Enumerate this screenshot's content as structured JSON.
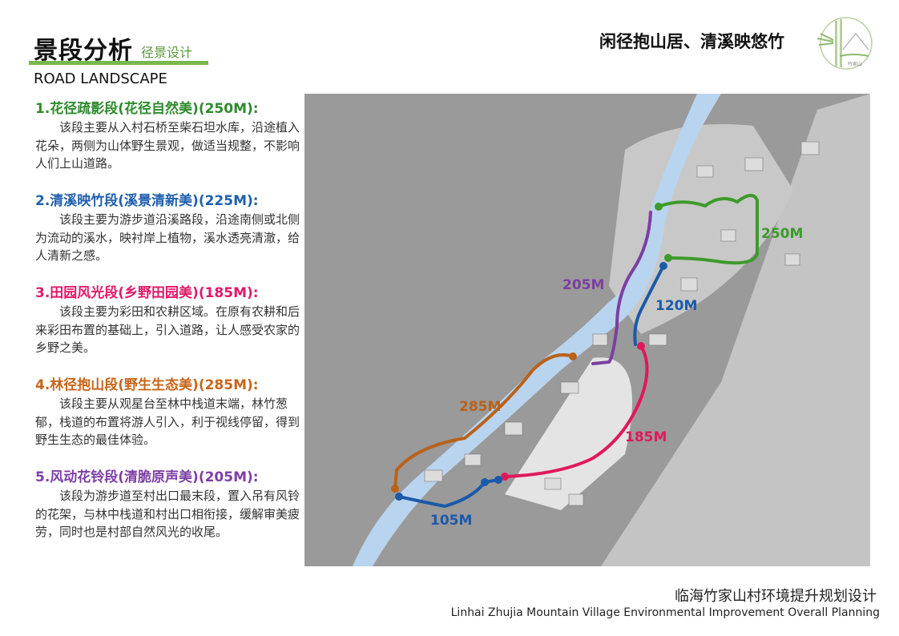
{
  "header": {
    "title": "景段分析",
    "subtitle": "径景设计",
    "en_title": "ROAD LANDSCAPE",
    "slogan": "闲径抱山居、清溪映悠竹",
    "logo_text": "竹家山"
  },
  "sections": [
    {
      "heading": "1.花径疏影段(花径自然美)(250M):",
      "body": "该段主要从入村石桥至柴石坦水库，沿途植入花朵，两侧为山体野生景观，做适当规整，不影响人们上山道路。",
      "color": "#2e8b2e"
    },
    {
      "heading": "2.清溪映竹段(溪景清新美)(225M):",
      "body": "该段主要为游步道沿溪路段，沿途南侧或北侧为流动的溪水，映衬岸上植物，溪水透亮清澈，给人清新之感。",
      "color": "#1f5fae"
    },
    {
      "heading": "3.田园风光段(乡野田园美)(185M):",
      "body": "该段主要为彩田和农耕区域。在原有农耕和后来彩田布置的基础上，引入道路，让人感受农家的乡野之美。",
      "color": "#e01a6a"
    },
    {
      "heading": "4.林径抱山段(野生生态美)(285M):",
      "body": "该段主要从观星台至林中栈道末端，林竹葱郁，栈道的布置将游人引入，利于视线停留，得到野生生态的最佳体验。",
      "color": "#c8651b"
    },
    {
      "heading": "5.风动花铃段(清脆原声美)(205M):",
      "body": "该段为游步道至村出口最末段，置入吊有风铃的花架，与林中栈道和村出口相衔接，缓解审美疲劳，同时也是村部自然风光的收尾。",
      "color": "#7d3fa5"
    }
  ],
  "map": {
    "routes": [
      {
        "label": "250M",
        "color": "#3d9a2a"
      },
      {
        "label": "205M",
        "color": "#7b3fa0"
      },
      {
        "label": "120M",
        "color": "#1a5aa8"
      },
      {
        "label": "185M",
        "color": "#e0185c"
      },
      {
        "label": "285M",
        "color": "#b8621b"
      },
      {
        "label": "105M",
        "color": "#1a5aa8"
      }
    ]
  },
  "footer": {
    "cn": "临海竹家山村环境提升规划设计",
    "en": "Linhai Zhujia Mountain Village Environmental Improvement Overall Planning"
  }
}
